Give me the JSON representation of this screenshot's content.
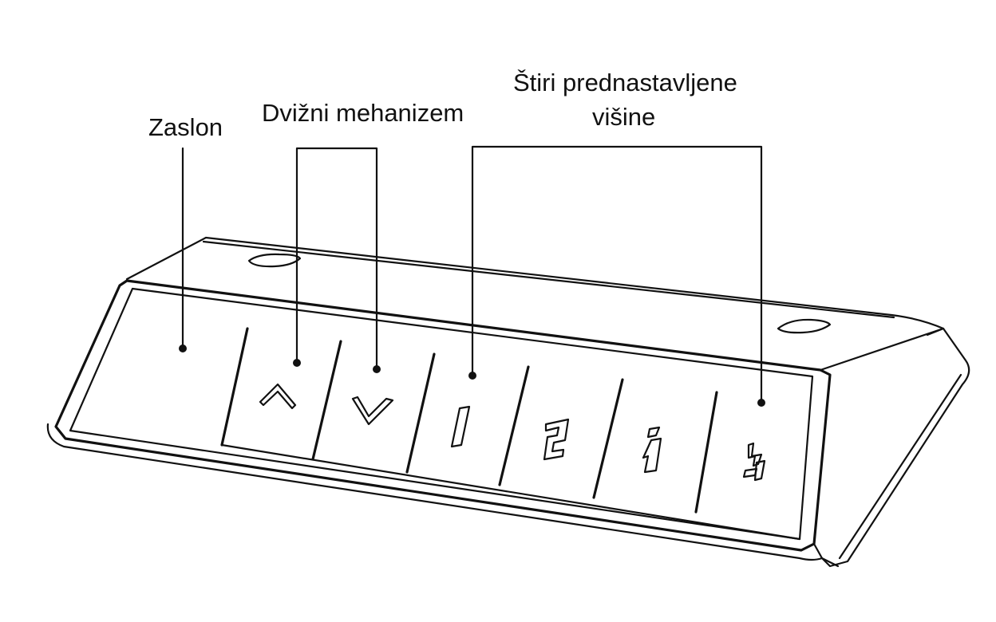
{
  "labels": {
    "display": "Zaslon",
    "lift_mechanism": "Dvižni mehanizem",
    "presets_line1": "Štiri prednastavljene",
    "presets_line2": "višine"
  },
  "buttons": [
    {
      "key": "display",
      "icon": "blank-display"
    },
    {
      "key": "up",
      "icon": "chevron-up-icon"
    },
    {
      "key": "down",
      "icon": "chevron-down-icon"
    },
    {
      "key": "preset-1",
      "icon": "digit-1-icon"
    },
    {
      "key": "preset-2",
      "icon": "digit-2-icon"
    },
    {
      "key": "preset-3",
      "icon": "digit-3-icon"
    },
    {
      "key": "preset-4",
      "icon": "digit-4-icon"
    }
  ]
}
